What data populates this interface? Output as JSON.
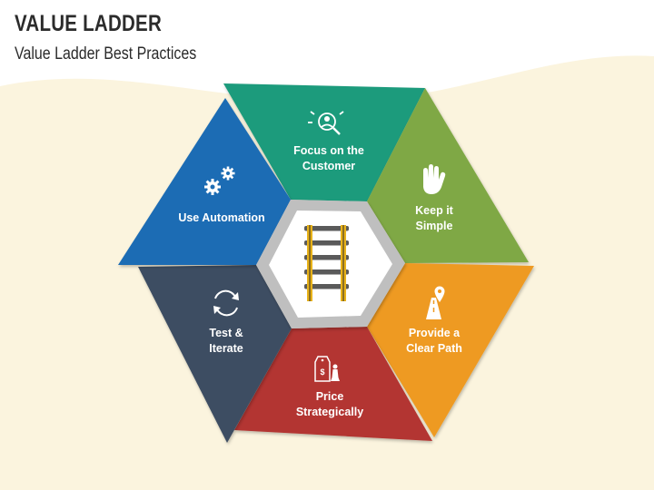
{
  "header": {
    "title": "VALUE LADDER",
    "subtitle": "Value Ladder Best Practices"
  },
  "colors": {
    "teal": "#1f9b7c",
    "green": "#7fa844",
    "orange": "#ee9a22",
    "red": "#b33530",
    "slate": "#3e4d62",
    "blue": "#1c6cb4",
    "hub_ring": "#bfbfbf",
    "hub_fill": "#ffffff",
    "ladder_rail": "#e8b21a",
    "ladder_rung": "#5a5a5a",
    "background_wave": "#fbf4de"
  },
  "hub": {
    "icon": "ladder-icon"
  },
  "segments": [
    {
      "id": "focus-customer",
      "line1": "Focus on the",
      "line2": "Customer",
      "icon": "customer-search-icon",
      "color_key": "teal"
    },
    {
      "id": "keep-simple",
      "line1": "Keep it",
      "line2": "Simple",
      "icon": "hand-icon",
      "color_key": "green"
    },
    {
      "id": "clear-path",
      "line1": "Provide a",
      "line2": "Clear Path",
      "icon": "road-pin-icon",
      "color_key": "orange"
    },
    {
      "id": "price-strategically",
      "line1": "Price",
      "line2": "Strategically",
      "icon": "price-tag-chess-icon",
      "color_key": "red"
    },
    {
      "id": "test-iterate",
      "line1": "Test &",
      "line2": "Iterate",
      "icon": "cycle-arrows-icon",
      "color_key": "slate"
    },
    {
      "id": "use-automation",
      "line1": "Use Automation",
      "line2": "",
      "icon": "gears-icon",
      "color_key": "blue"
    }
  ]
}
